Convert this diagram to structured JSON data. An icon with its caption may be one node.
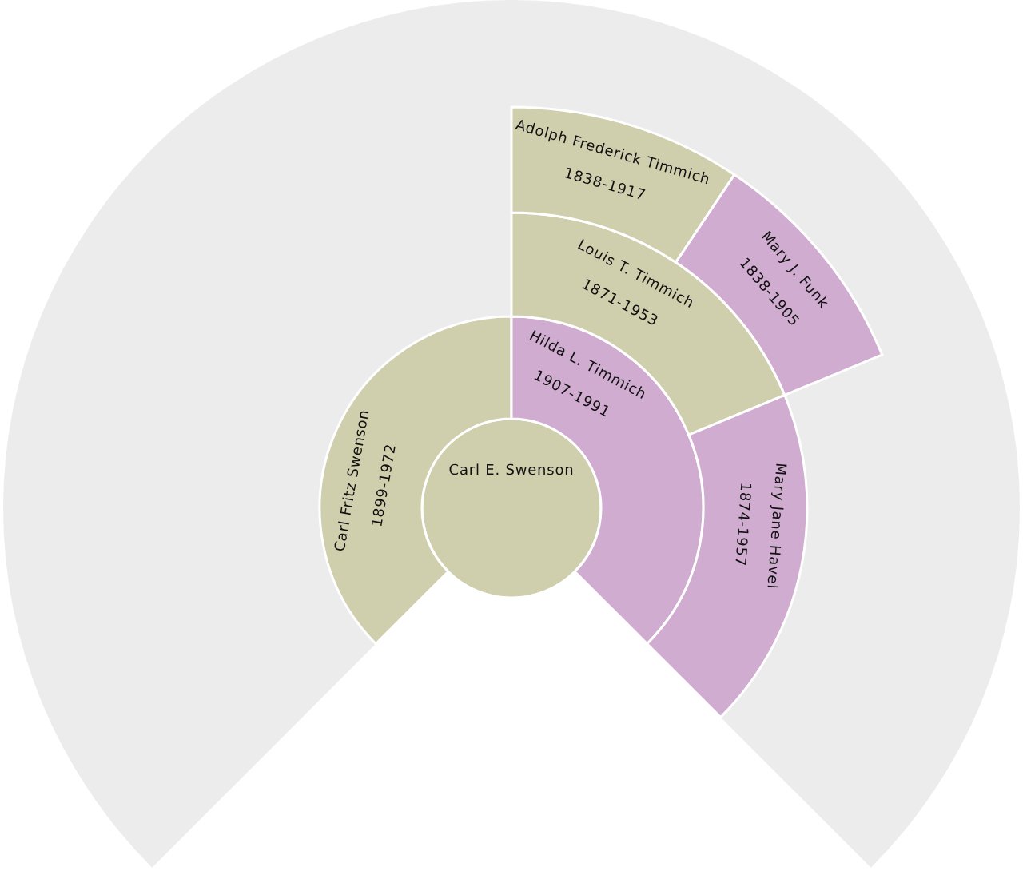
{
  "diagram": {
    "nodes": [
      {
        "text": [
          "Carl E. Swenson"
        ]
      },
      {
        "text": [
          "Carl Fritz Swenson",
          "1899-1972"
        ]
      },
      {
        "text": [
          "Hilda L. Timmich",
          "1907-1991"
        ]
      },
      {
        "text": [
          "Louis T. Timmich",
          "1871-1953"
        ]
      },
      {
        "text": [
          "Mary Jane Havel",
          "1874-1957"
        ]
      },
      {
        "text": [
          "Adolph Frederick Timmich",
          "1838-1917"
        ]
      },
      {
        "text": [
          "Mary J. Funk",
          "1838-1905"
        ]
      }
    ]
  }
}
